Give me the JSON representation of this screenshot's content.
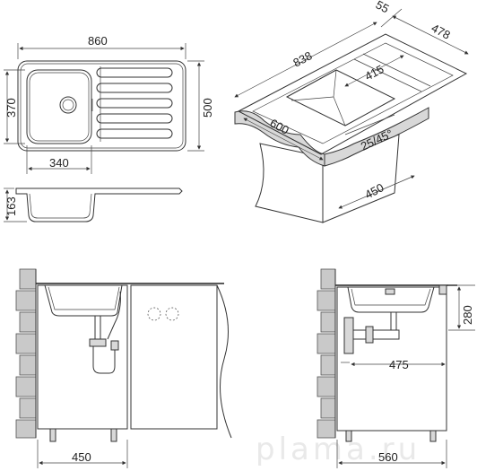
{
  "dimensions": {
    "top_width": "860",
    "top_height": "500",
    "bowl_height": "370",
    "bowl_width": "340",
    "side_depth": "163",
    "iso_length": "838",
    "iso_depth_top": "478",
    "iso_edge": "55",
    "iso_bowl": "415",
    "iso_counter": "600",
    "iso_angle": "25/45°",
    "iso_cabinet": "450",
    "front_cabinet": "450",
    "side_cabinet": "560",
    "side_drain": "475",
    "side_height": "280"
  },
  "watermark": "plama.ru"
}
